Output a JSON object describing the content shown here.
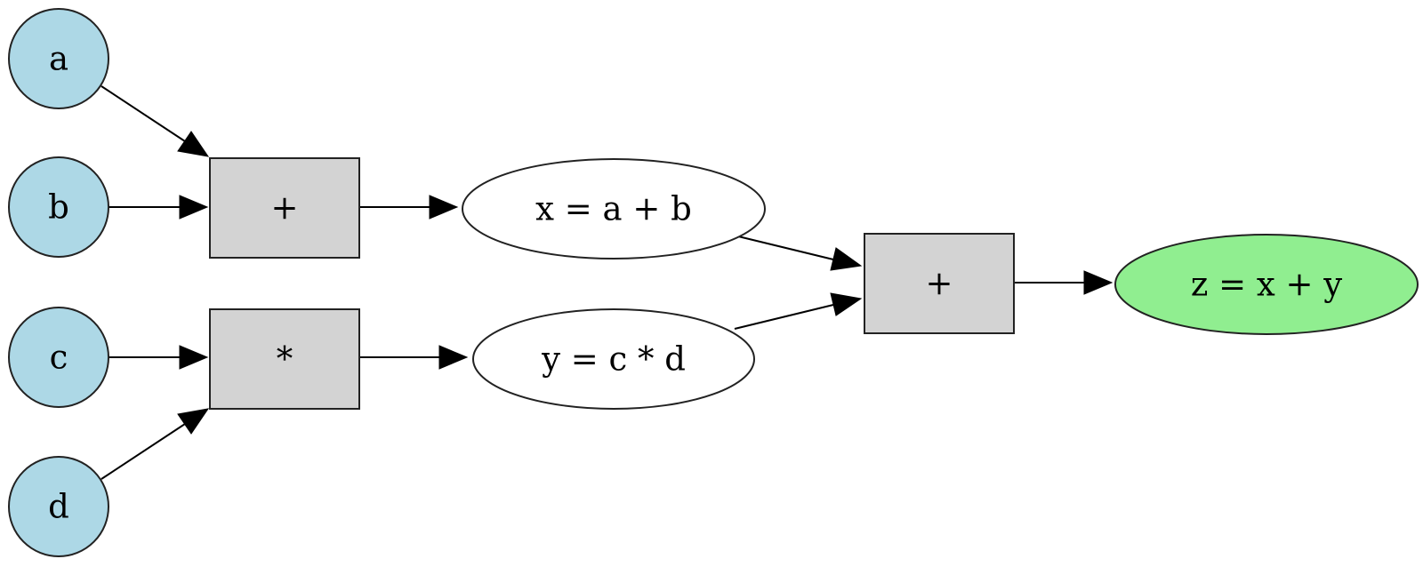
{
  "diagram": {
    "colors": {
      "input_fill": "#add8e6",
      "op_fill": "#d3d3d3",
      "intermediate_fill": "#ffffff",
      "output_fill": "#90ee90",
      "stroke": "#222222",
      "edge": "#000000"
    },
    "nodes": {
      "a": {
        "label": "a",
        "shape": "circle",
        "role": "input"
      },
      "b": {
        "label": "b",
        "shape": "circle",
        "role": "input"
      },
      "c": {
        "label": "c",
        "shape": "circle",
        "role": "input"
      },
      "d": {
        "label": "d",
        "shape": "circle",
        "role": "input"
      },
      "op_add1": {
        "label": "+",
        "shape": "box",
        "role": "operator"
      },
      "op_mul": {
        "label": "*",
        "shape": "box",
        "role": "operator"
      },
      "x": {
        "label": "x = a + b",
        "shape": "ellipse",
        "role": "intermediate"
      },
      "y": {
        "label": "y = c * d",
        "shape": "ellipse",
        "role": "intermediate"
      },
      "op_add2": {
        "label": "+",
        "shape": "box",
        "role": "operator"
      },
      "z": {
        "label": "z = x + y",
        "shape": "ellipse",
        "role": "output"
      }
    },
    "edges": [
      {
        "from": "a",
        "to": "op_add1"
      },
      {
        "from": "b",
        "to": "op_add1"
      },
      {
        "from": "c",
        "to": "op_mul"
      },
      {
        "from": "d",
        "to": "op_mul"
      },
      {
        "from": "op_add1",
        "to": "x"
      },
      {
        "from": "op_mul",
        "to": "y"
      },
      {
        "from": "x",
        "to": "op_add2"
      },
      {
        "from": "y",
        "to": "op_add2"
      },
      {
        "from": "op_add2",
        "to": "z"
      }
    ]
  }
}
